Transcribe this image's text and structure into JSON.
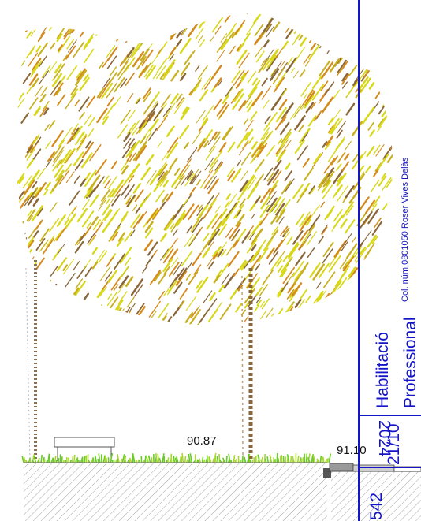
{
  "levels": {
    "left": "90.87",
    "right": "91.10"
  },
  "stamp": {
    "college_number": "Col. núm.0801050 Roser Vives Delàs",
    "line1": "Habilitació",
    "line2": "Professional",
    "date_top": "21/10",
    "date_bottom": "2024",
    "code": "542"
  },
  "colors": {
    "stamp_blue": "#1414c8",
    "foliage_yellow": "#d8d81a",
    "foliage_olive": "#c8b020",
    "foliage_orange": "#d48a1c",
    "foliage_brown": "#8a6638",
    "grass_green": "#66cc22",
    "ground_hatch": "#9a9a9a"
  }
}
